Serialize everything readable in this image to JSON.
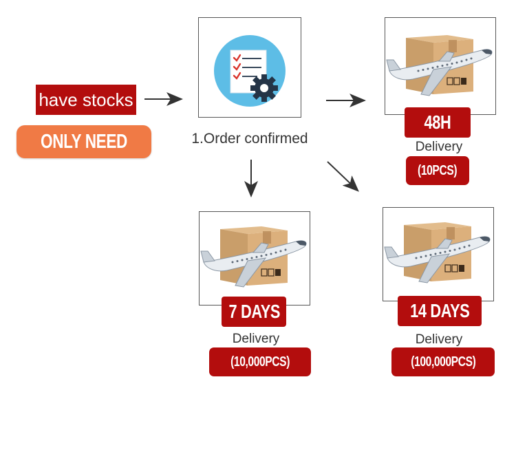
{
  "stock_label": "have stocks",
  "only_need_label": "ONLY NEED 48H",
  "order_step_label": "1.Order confirmed",
  "options": [
    {
      "time": "48H",
      "delivery": "Delivery",
      "qty": "(10PCS)"
    },
    {
      "time": "7 DAYS",
      "delivery": "Delivery",
      "qty": "(10,000PCS)"
    },
    {
      "time": "14 DAYS",
      "delivery": "Delivery",
      "qty": "(100,000PCS)"
    }
  ],
  "colors": {
    "red": "#b30d0d",
    "orange": "#f07a45",
    "sky": "#5dbde6"
  },
  "icons": [
    "order-checklist-icon",
    "gear-icon",
    "cargo-box-icon",
    "airplane-icon",
    "arrow-icon"
  ]
}
